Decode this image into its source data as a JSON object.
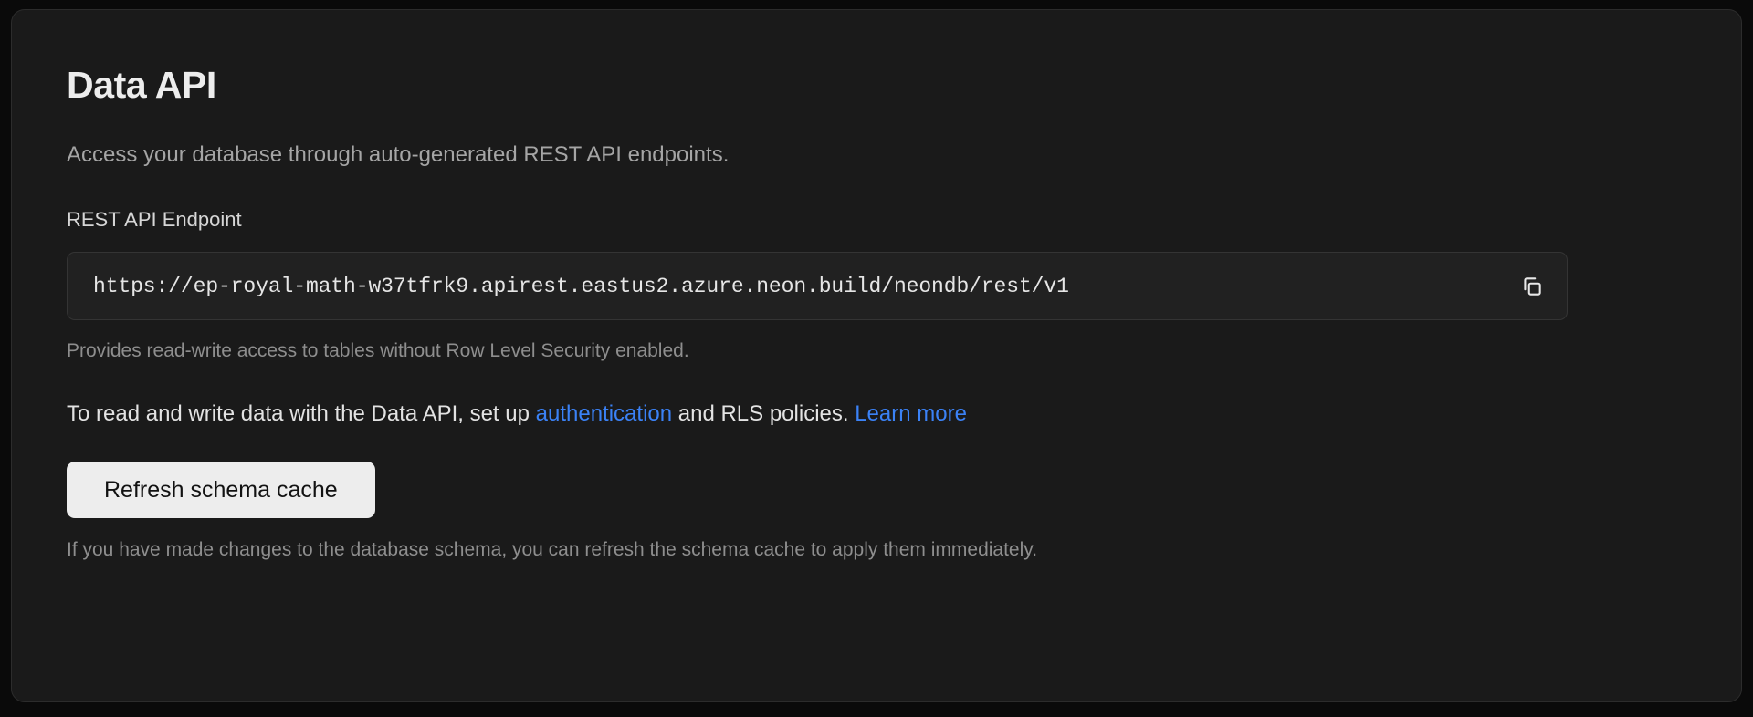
{
  "card": {
    "title": "Data API",
    "description": "Access your database through auto-generated REST API endpoints.",
    "endpoint_field": {
      "label": "REST API Endpoint",
      "value": "https://ep-royal-math-w37tfrk9.apirest.eastus2.azure.neon.build/neondb/rest/v1",
      "copy_icon": "copy-icon",
      "help_text": "Provides read-write access to tables without Row Level Security enabled."
    },
    "info": {
      "text_before_link1": "To read and write data with the Data API, set up ",
      "link1": "authentication",
      "text_between_links": " and RLS policies. ",
      "link2": "Learn more"
    },
    "refresh_button": {
      "label": "Refresh schema cache",
      "help_text": "If you have made changes to the database schema, you can refresh the schema cache to apply them immediately."
    }
  },
  "colors": {
    "page_background": "#0a0a0a",
    "card_background": "#1a1a1a",
    "card_border": "#2c2c2c",
    "input_background": "#212121",
    "input_border": "#343434",
    "title_text": "#ededed",
    "muted_text": "#8e8e8e",
    "link_blue": "#3b82f6",
    "button_background": "#ededed",
    "button_text": "#121212"
  }
}
